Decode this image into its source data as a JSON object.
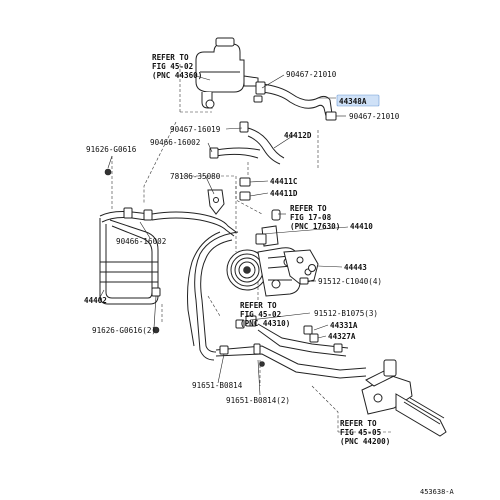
{
  "labels": {
    "ref_44360": [
      "REFER TO",
      "FIG 45-02",
      "(PNC 44360)"
    ],
    "p90467_21010_top": "90467-21010",
    "p44348A": "44348A",
    "p90467_21010_right": "90467-21010",
    "p90467_16019": "90467-16019",
    "p44412D": "44412D",
    "p90466_16002_top": "90466-16002",
    "p91626_G0616_top": "91626-G0616",
    "p78186_35080": "78186-35080",
    "p44411C": "44411C",
    "p44411D": "44411D",
    "ref_17630": [
      "REFER TO",
      "FIG 17-08",
      "(PNC 17630)"
    ],
    "p44410": "44410",
    "p90466_16002_mid": "90466-16002",
    "p44443": "44443",
    "p91512_C1040": "91512-C1040(4)",
    "p44402": "44402",
    "ref_44310": [
      "REFER TO",
      "FIG 45-02",
      "(PNC 44310)"
    ],
    "p91512_B1075": "91512-B1075(3)",
    "p44331A": "44331A",
    "p44327A": "44327A",
    "p91626_G0616_bottom": "91626-G0616(2)",
    "p91651_B0814": "91651-B0814",
    "p91651_B0814_2": "91651-B0814(2)",
    "ref_44200": [
      "REFER TO",
      "FIG 45-05",
      "(PNC 44200)"
    ],
    "diagram_id": "453638-A"
  },
  "colors": {
    "highlight": "#cfe1f7",
    "line": "#222222"
  }
}
